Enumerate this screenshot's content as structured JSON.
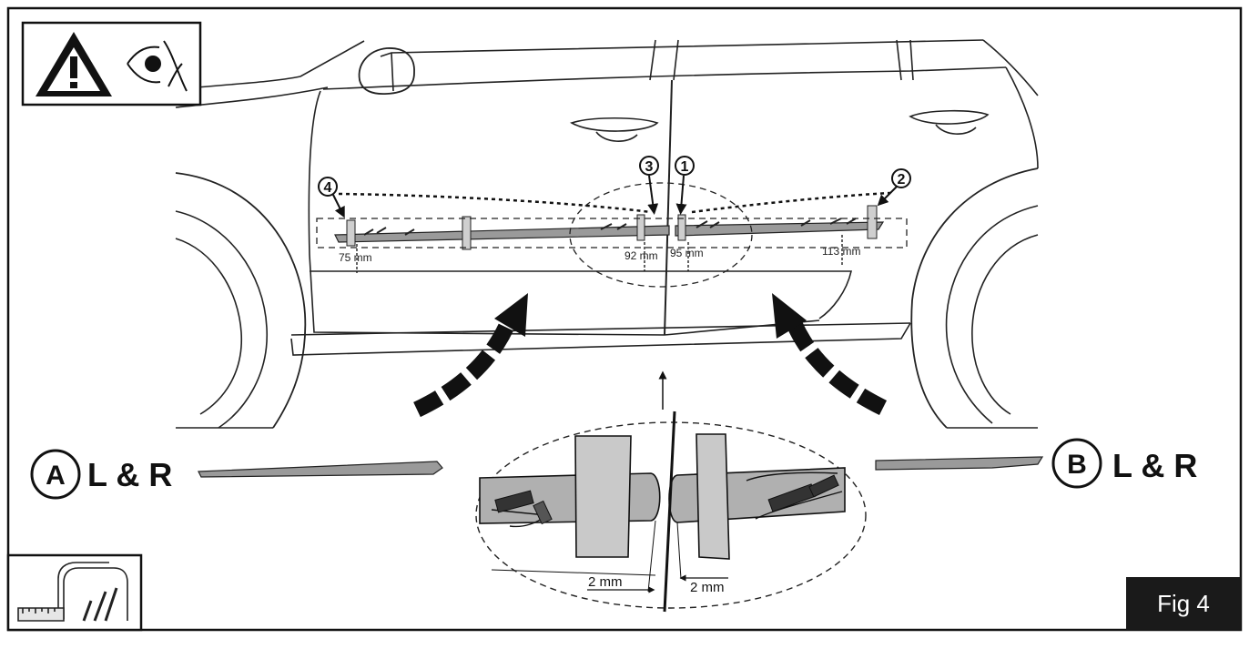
{
  "figure": {
    "label": "Fig 4"
  },
  "icons": {
    "warning": "warning-triangle-icon",
    "eye": "eye-inspect-icon",
    "measure": "measuring-tape-icon"
  },
  "callouts": [
    {
      "number": "1"
    },
    {
      "number": "2"
    },
    {
      "number": "3"
    },
    {
      "number": "4"
    }
  ],
  "measurements": {
    "m75": "75 mm",
    "m92": "92 mm",
    "m95": "95 mm",
    "m113": "113 mm",
    "gap_left": "2 mm",
    "gap_right": "2 mm"
  },
  "parts": {
    "a": {
      "letter": "A",
      "side": "L & R"
    },
    "b": {
      "letter": "B",
      "side": "L & R"
    }
  },
  "colors": {
    "line": "#111111",
    "molding": "#9a9a9a",
    "tape": "#b8b8b8",
    "fig_bg": "#1a1a1a"
  }
}
